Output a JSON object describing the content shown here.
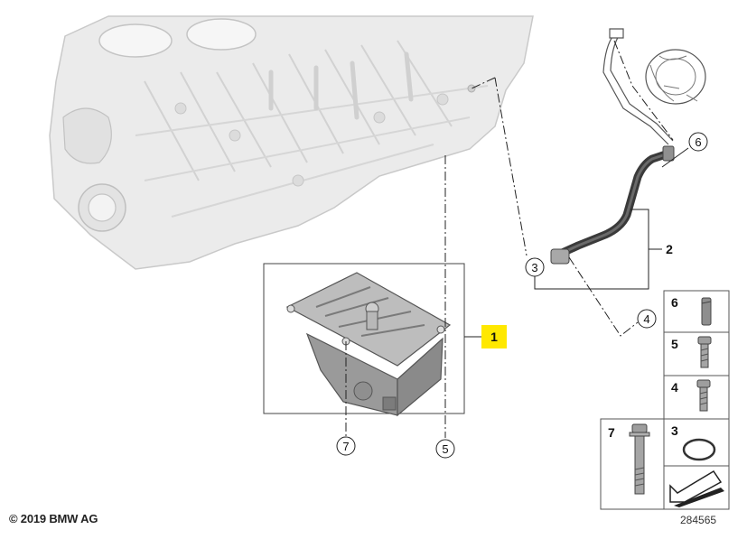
{
  "callouts": {
    "c1": "1",
    "c2": "2",
    "c3": "3",
    "c4": "4",
    "c5": "5",
    "c6": "6",
    "c7": "7"
  },
  "parts_grid": {
    "p6": "6",
    "p5": "5",
    "p4": "4",
    "p7": "7",
    "p3": "3"
  },
  "copyright": "© 2019 BMW AG",
  "diagram_number": "284565",
  "colors": {
    "highlight": "#FFE800",
    "block_fill": "#EBEBEB",
    "block_stroke": "#C9C9C9",
    "part_fill": "#A9A9A9",
    "hose": "#3A3A3A"
  }
}
